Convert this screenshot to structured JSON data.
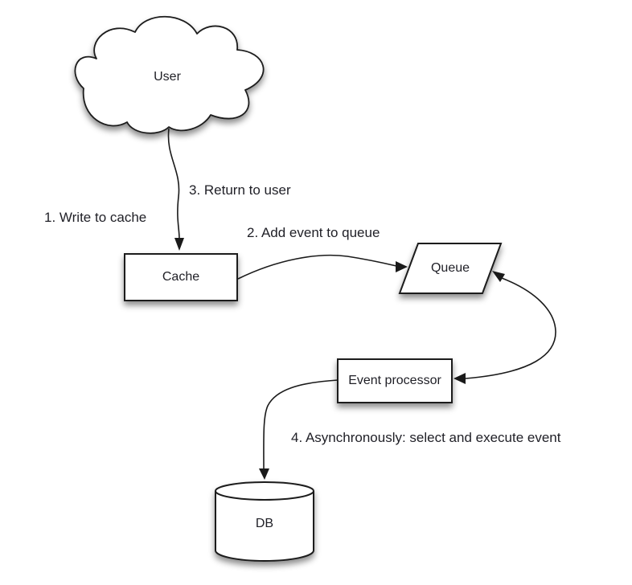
{
  "diagram_type": "flowchart",
  "colors": {
    "background": "#ffffff",
    "shape_fill": "#ffffff",
    "stroke": "#1a1a1a",
    "text": "#1f1f26"
  },
  "nodes": {
    "user": {
      "label": "User",
      "shape": "cloud"
    },
    "cache": {
      "label": "Cache",
      "shape": "rectangle"
    },
    "queue": {
      "label": "Queue",
      "shape": "parallelogram"
    },
    "event_processor": {
      "label": "Event processor",
      "shape": "rectangle"
    },
    "db": {
      "label": "DB",
      "shape": "cylinder"
    }
  },
  "edge_labels": {
    "step1": "1. Write to cache",
    "step2": "2. Add event to queue",
    "step3": "3. Return to user",
    "step4": "4. Asynchronously: select and execute event"
  },
  "edges": [
    {
      "from": "user",
      "to": "cache",
      "label_keys": [
        "step1",
        "step3"
      ],
      "arrowheads": "end"
    },
    {
      "from": "cache",
      "to": "queue",
      "label_keys": [
        "step2"
      ],
      "arrowheads": "end"
    },
    {
      "from": "queue",
      "to": "event_processor",
      "label_keys": [],
      "arrowheads": "both"
    },
    {
      "from": "event_processor",
      "to": "db",
      "label_keys": [
        "step4"
      ],
      "arrowheads": "end"
    }
  ]
}
